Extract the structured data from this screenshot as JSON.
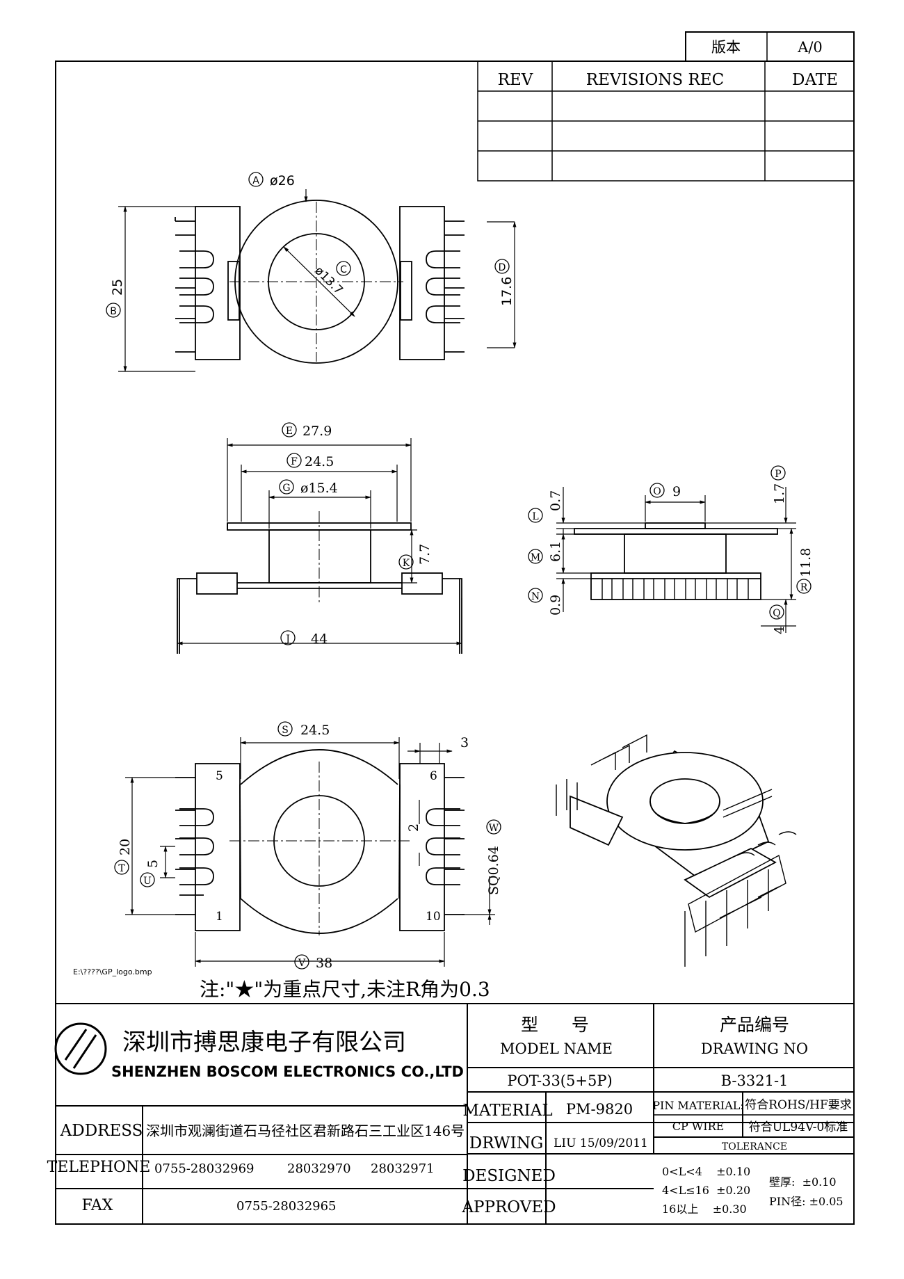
{
  "version_box": {
    "label": "版本",
    "value": "A/0"
  },
  "revisions": {
    "col_rev": "REV",
    "col_rec": "REVISIONS REC",
    "col_date": "DATE"
  },
  "top_view": {
    "A": "ø26",
    "B": "25",
    "C": "ø13.7",
    "D": "17.6"
  },
  "front_view": {
    "E": "27.9",
    "F": "24.5",
    "G": "ø15.4",
    "K": "7.7",
    "J": "44"
  },
  "side_view": {
    "O": "9",
    "P": "1.7",
    "L": "0.7",
    "M": "6.1",
    "N": "0.9",
    "R": "11.8",
    "Q": "4"
  },
  "bottom_view": {
    "S": "24.5",
    "pitch_top": "3",
    "T": "20",
    "U": "5",
    "W": "SQ0.64",
    "V": "38",
    "gap": "2",
    "pin_5": "5",
    "pin_6": "6",
    "pin_1": "1",
    "pin_10": "10"
  },
  "bubbles": [
    "A",
    "B",
    "C",
    "D",
    "E",
    "F",
    "G",
    "J",
    "K",
    "L",
    "M",
    "N",
    "O",
    "P",
    "Q",
    "R",
    "S",
    "T",
    "U",
    "V",
    "W"
  ],
  "logo_path": "E:\\????\\GP_logo.bmp",
  "note": "注:\"★\"为重点尺寸,未注R角为0.3",
  "company": {
    "name_cn": "深圳市搏思康电子有限公司",
    "name_en": "SHENZHEN BOSCOM ELECTRONICS CO.,LTD"
  },
  "title_block": {
    "model_label_cn": "型      号",
    "model_label_en": "MODEL NAME",
    "model_value": "POT-33(5+5P)",
    "drawing_label_cn": "产品编号",
    "drawing_label_en": "DRAWING NO",
    "drawing_value": "B-3321-1",
    "material_label": "MATERIAL",
    "material_value": "PM-9820",
    "pin_material_label": "PIN MATERIAL:",
    "pin_material_value": "CP WIRE",
    "rohs": "符合ROHS/HF要求",
    "ul": "符合UL94V-0标准",
    "drwing_label": "DRWING",
    "drwing_value": "LIU 15/09/2011",
    "tolerance_label": "TOLERANCE",
    "designed_label": "DESIGNED",
    "approved_label": "APPROVED",
    "tol_1": "0<L<4    ±0.10",
    "tol_2": "4<L≤16  ±0.20",
    "tol_3": "16以上    ±0.30",
    "wall": "壁厚:  ±0.10",
    "pin_dia": "PIN径: ±0.05"
  },
  "contact": {
    "address_label": "ADDRESS",
    "address_value": "深圳市观澜街道石马径社区君新路石三工业区146号",
    "telephone_label": "TELEPHONE",
    "tel_1": "0755-28032969",
    "tel_2": "28032970",
    "tel_3": "28032971",
    "fax_label": "FAX",
    "fax_value": "0755-28032965"
  }
}
